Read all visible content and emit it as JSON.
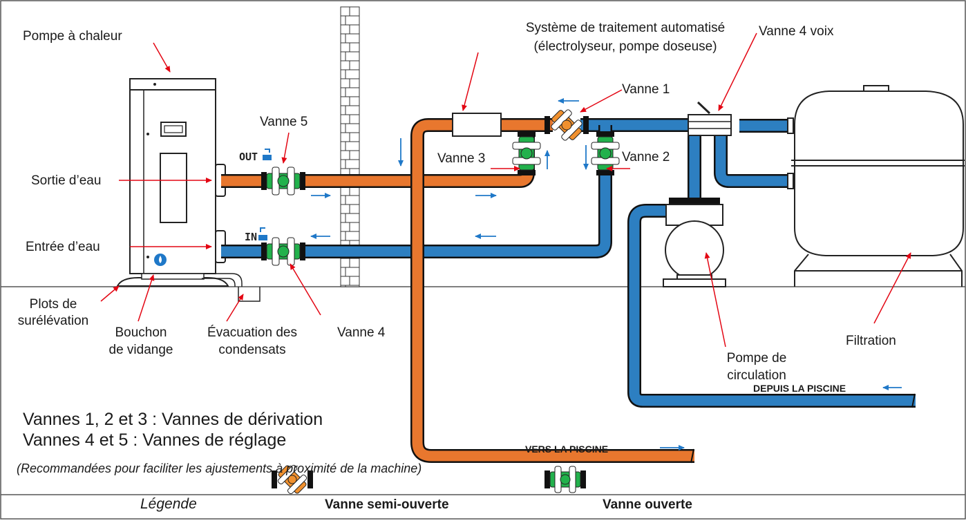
{
  "labels": {
    "heat_pump": "Pompe à chaleur",
    "water_outlet": "Sortie d’eau",
    "water_inlet": "Entrée d’eau",
    "riser_pads_1": "Plots de",
    "riser_pads_2": "surélévation",
    "drain_plug_1": "Bouchon",
    "drain_plug_2": "de vidange",
    "condensate_1": "Évacuation des",
    "condensate_2": "condensats",
    "valve_4": "Vanne 4",
    "valve_5": "Vanne 5",
    "valve_3": "Vanne 3",
    "valve_2": "Vanne 2",
    "valve_1": "Vanne 1",
    "treatment_1": "Système de traitement automatisé",
    "treatment_2": "(électrolyseur, pompe doseuse)",
    "valve_4way": "Vanne 4 voix",
    "circ_pump_1": "Pompe de",
    "circ_pump_2": "circulation",
    "filtration": "Filtration",
    "from_pool": "DEPUIS LA PISCINE",
    "to_pool": "VERS LA PISCINE",
    "out_tag": "OUT",
    "in_tag": "IN"
  },
  "notes": {
    "line1": "Vannes 1, 2 et 3 : Vannes de dérivation",
    "line2": "Vannes 4 et 5 : Vannes de réglage",
    "line3": "(Recommandées pour faciliter les ajustements à proximité de la machine)"
  },
  "legend": {
    "title": "Légende",
    "half_open": "Vanne semi-ouverte",
    "open": "Vanne ouverte"
  },
  "colors": {
    "hot_pipe": "#e8772e",
    "cold_pipe": "#2d7fc1",
    "valve_green": "#22b14c",
    "valve_orange": "#f0902e",
    "arrow_red": "#e30613",
    "arrow_blue": "#1f78c8"
  }
}
